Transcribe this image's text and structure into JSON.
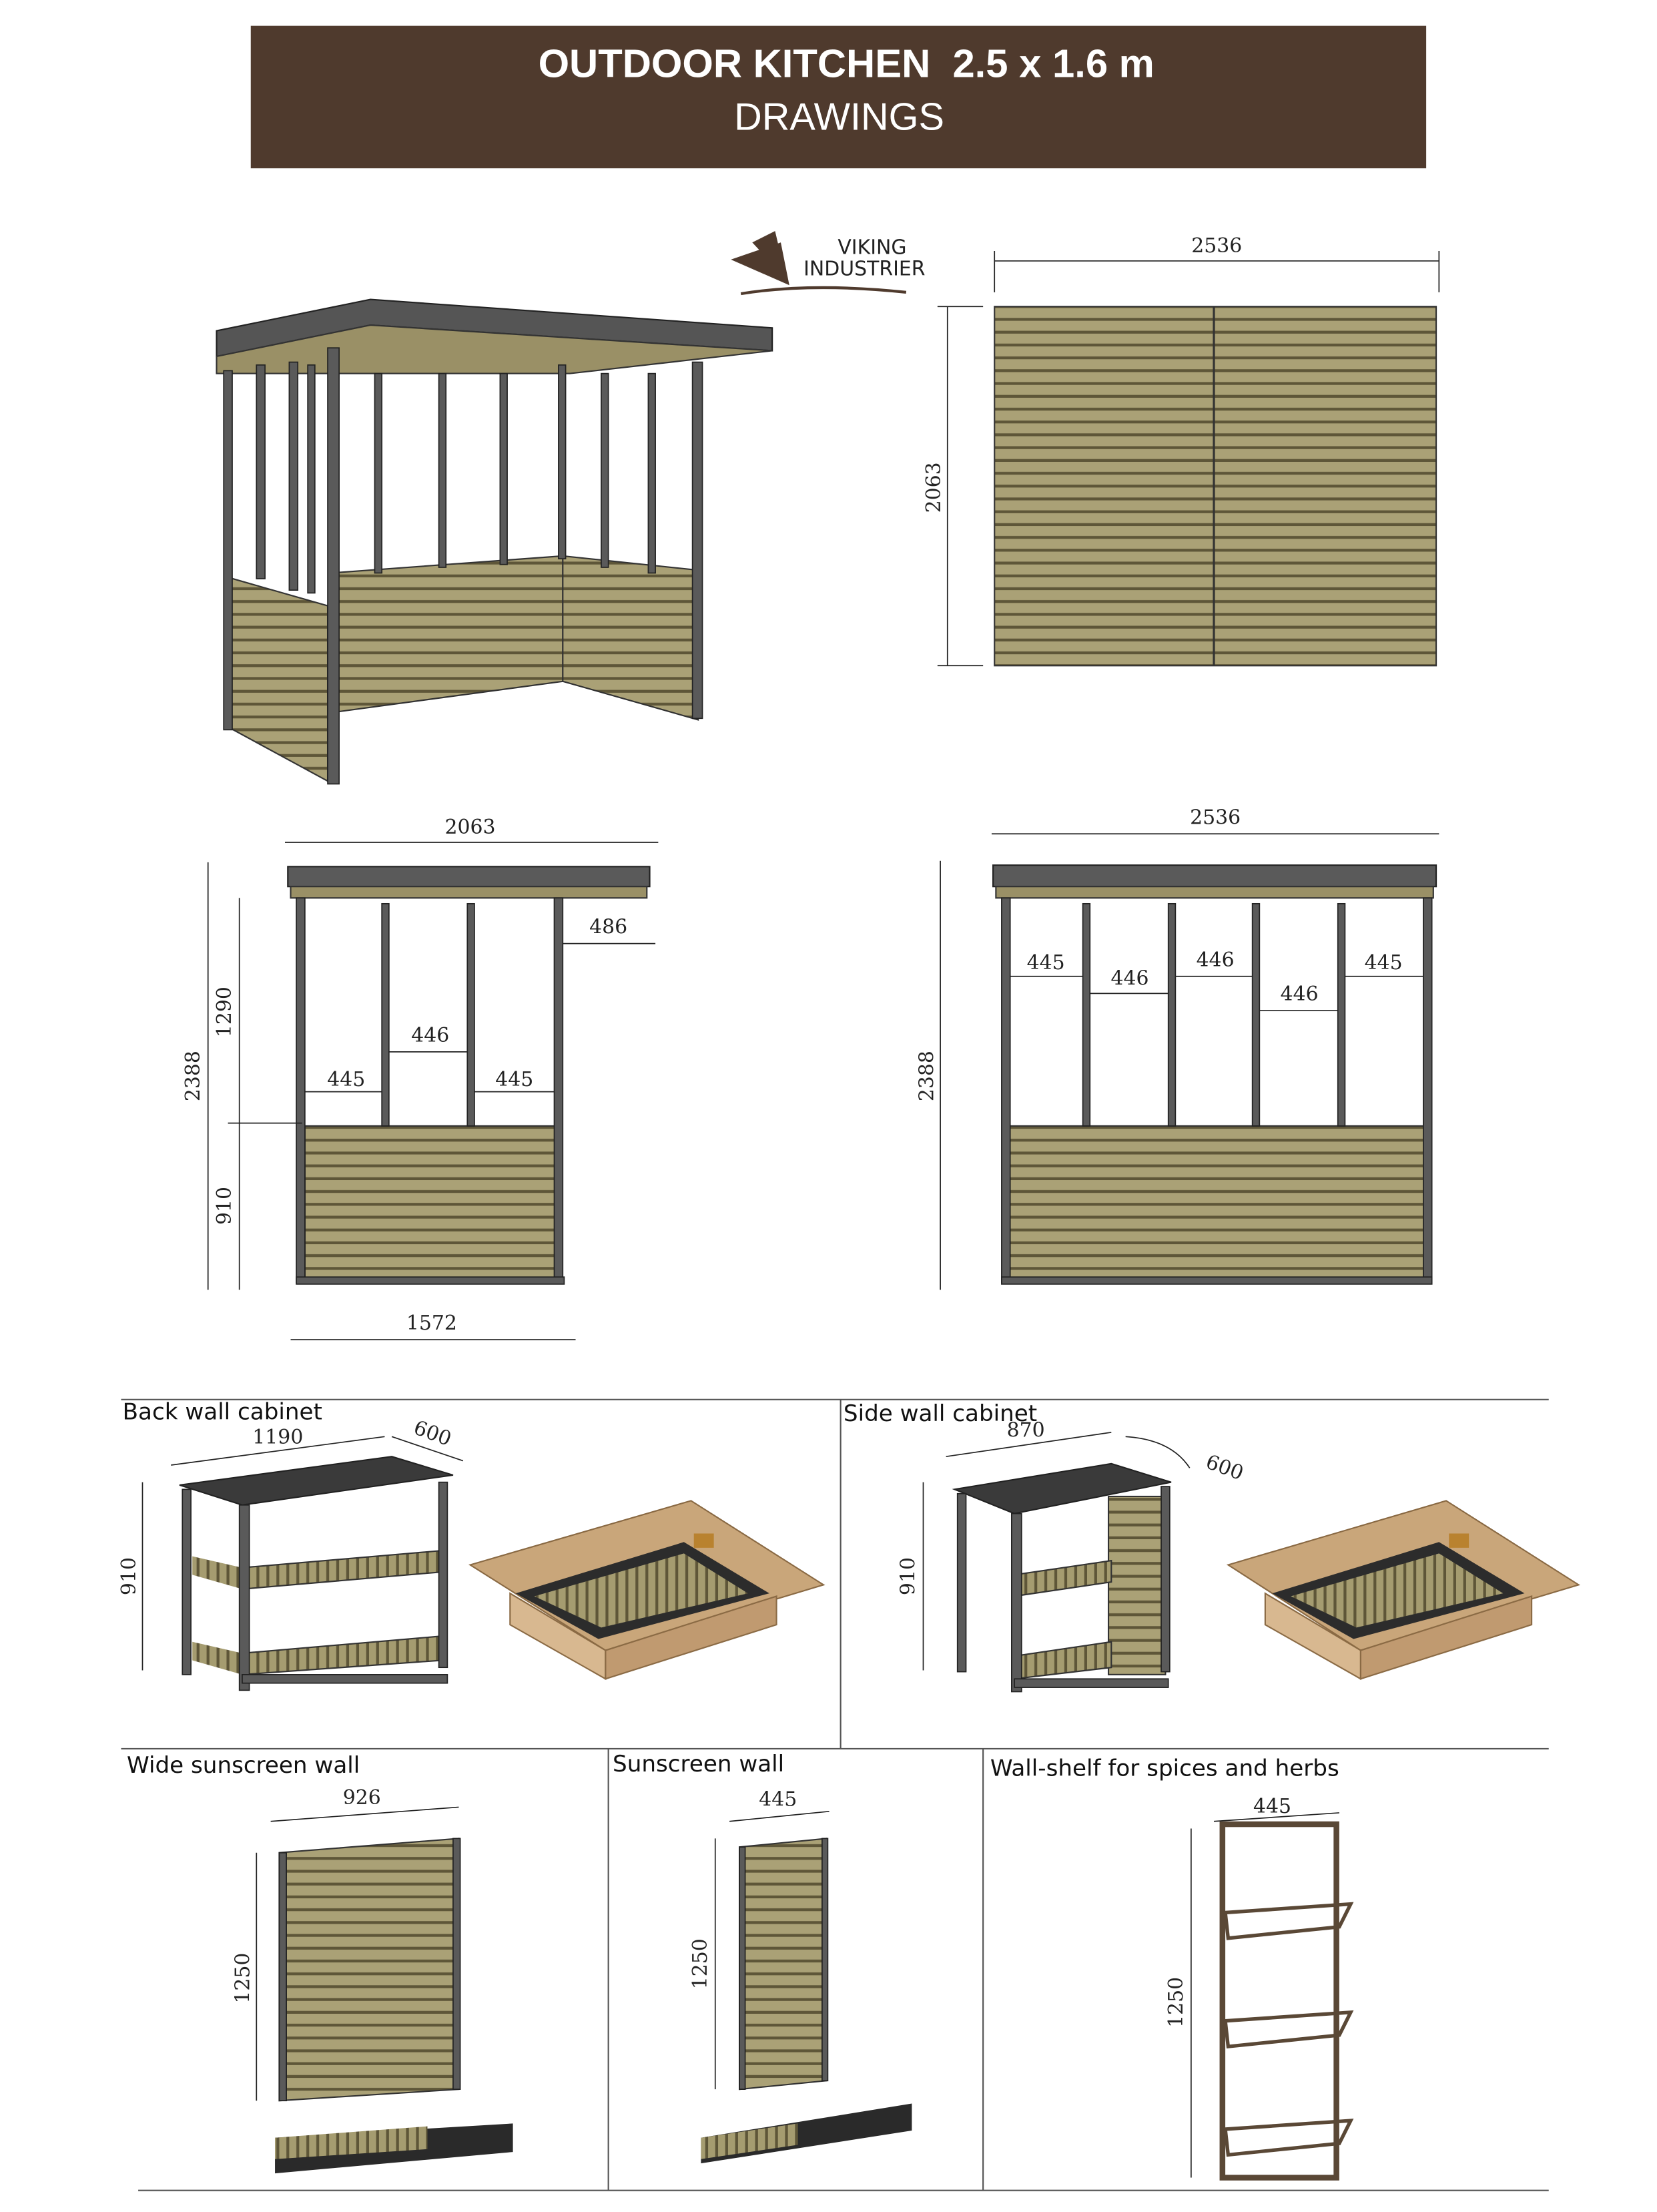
{
  "header": {
    "title": "OUTDOOR KITCHEN  2.5 x 1.6 m",
    "subtitle": "DRAWINGS",
    "bg_color": "#4f3a2d"
  },
  "logo": {
    "line1": "VIKING",
    "line2": "INDUSTRIER"
  },
  "plan_view": {
    "width": "2536",
    "depth": "2063"
  },
  "side_elevation": {
    "width": "2063",
    "height": "2388",
    "upper": "1290",
    "lower": "910",
    "overhang": "486",
    "gap_left": "445",
    "gap_mid": "446",
    "gap_right": "445",
    "base": "1572"
  },
  "front_elevation": {
    "width": "2536",
    "height": "2388",
    "gaps": [
      "445",
      "446",
      "446",
      "446",
      "445"
    ]
  },
  "back_wall_cabinet": {
    "label": "Back wall cabinet",
    "width": "1190",
    "depth": "600",
    "height": "910"
  },
  "side_wall_cabinet": {
    "label": "Side wall cabinet",
    "width": "870",
    "depth": "600",
    "height": "910"
  },
  "wide_sunscreen_wall": {
    "label": "Wide sunscreen wall",
    "width": "926",
    "height": "1250"
  },
  "sunscreen_wall": {
    "label": "Sunscreen wall",
    "width": "445",
    "height": "1250"
  },
  "wall_shelf": {
    "label": "Wall-shelf for spices and herbs",
    "width": "445",
    "height": "1250"
  },
  "colors": {
    "wood": "#a39a6c",
    "frame": "#5a5a5a",
    "cardboard": "#c9a67a"
  }
}
